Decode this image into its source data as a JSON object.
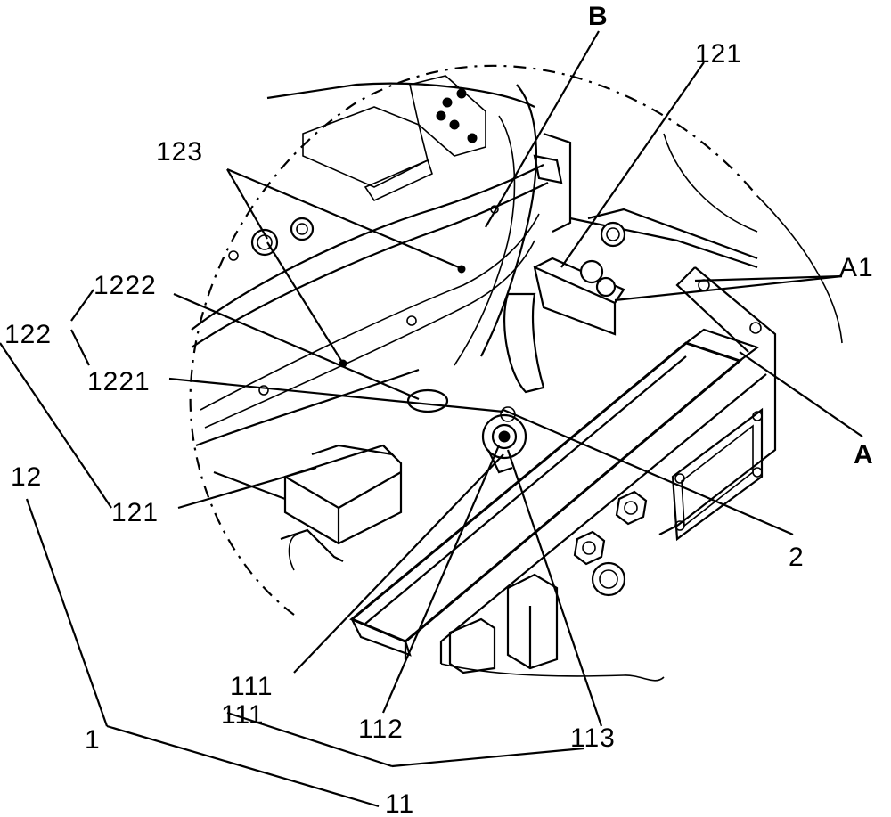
{
  "figure": {
    "labels": {
      "B": "B",
      "n121_top": "121",
      "n123": "123",
      "A1": "A1",
      "n1222": "1222",
      "n122": "122",
      "n1221": "1221",
      "A": "A",
      "n12": "12",
      "n121_left": "121",
      "n2": "2",
      "n111_inner": "111",
      "n111_outer": "111",
      "n112": "112",
      "n113": "113",
      "n1": "1",
      "n11": "11"
    }
  }
}
